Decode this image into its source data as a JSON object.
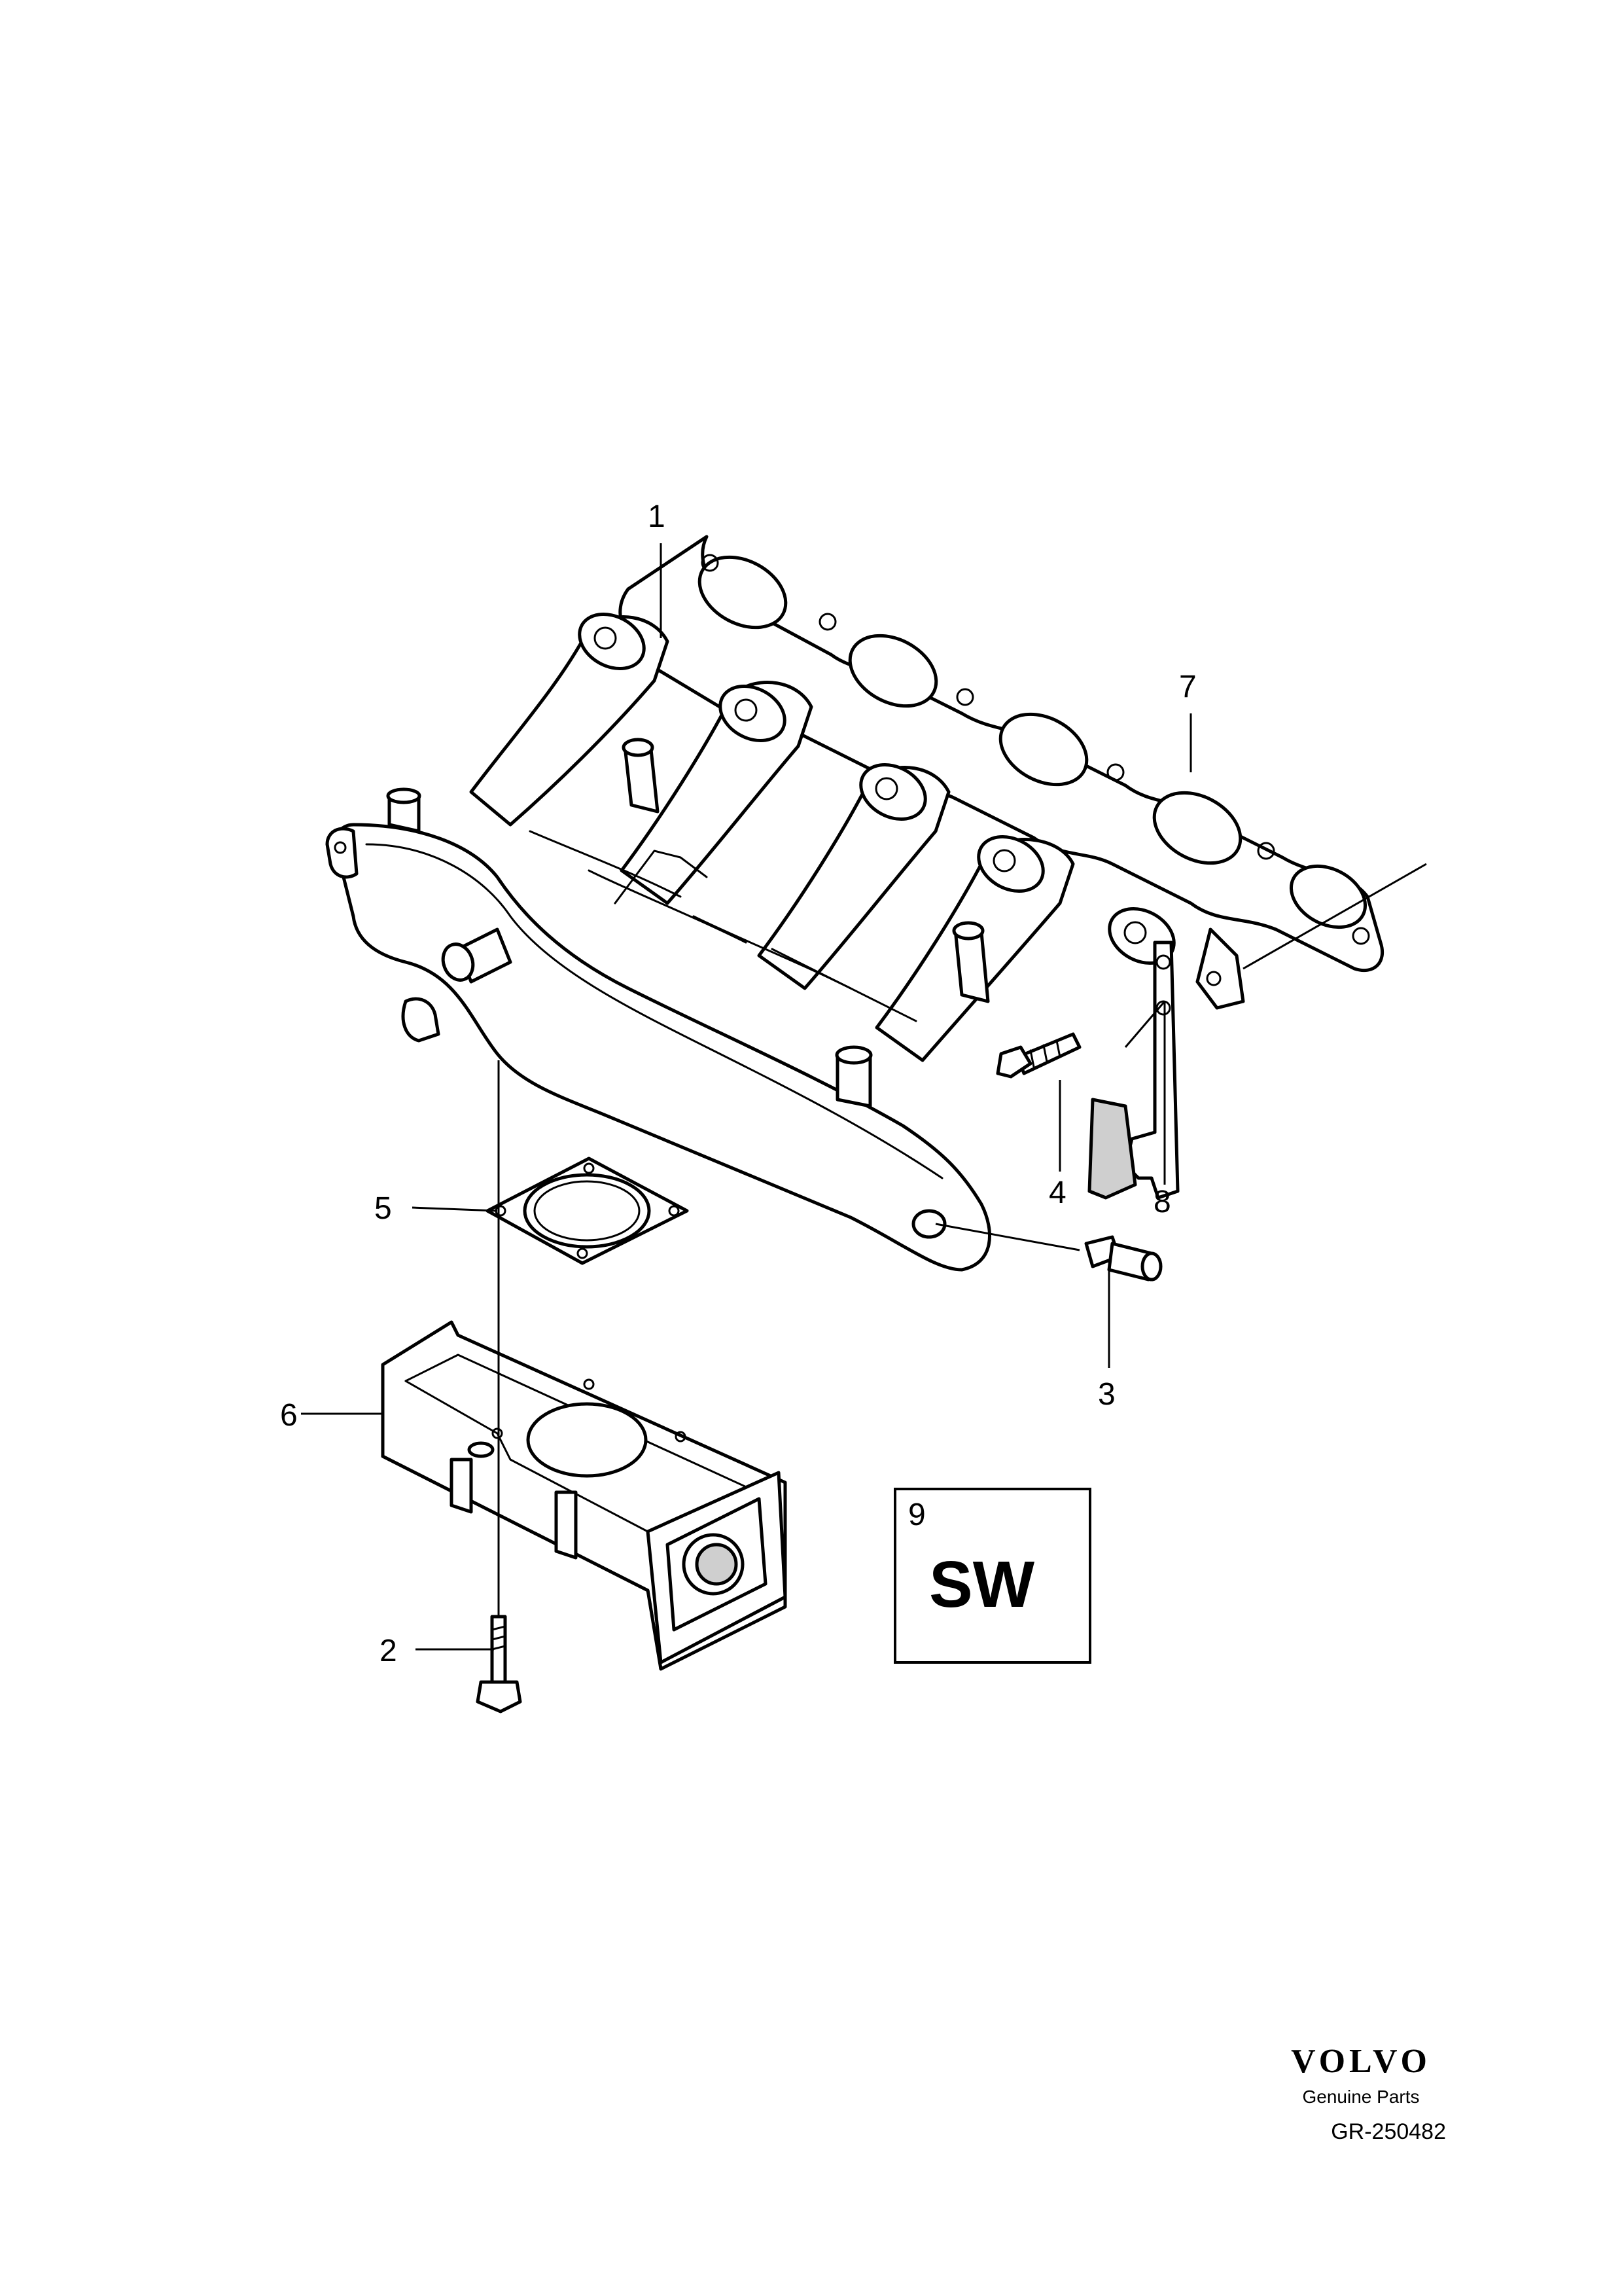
{
  "callouts": {
    "c1": "1",
    "c2": "2",
    "c3": "3",
    "c4": "4",
    "c5": "5",
    "c6": "6",
    "c7": "7",
    "c8": "8",
    "c9": "9"
  },
  "sw_box": {
    "number": "9",
    "text": "SW"
  },
  "brand": {
    "logo_text": "VOLVO",
    "tagline": "Genuine Parts",
    "reference": "GR-250482"
  },
  "icons": {
    "intake_manifold": "intake-manifold-icon",
    "manifold_gasket": "manifold-gasket-icon",
    "throttle_body": "throttle-body-icon",
    "throttle_gasket": "throttle-gasket-icon",
    "bolt": "bolt-icon",
    "stud": "stud-icon",
    "bracket": "bracket-icon"
  }
}
